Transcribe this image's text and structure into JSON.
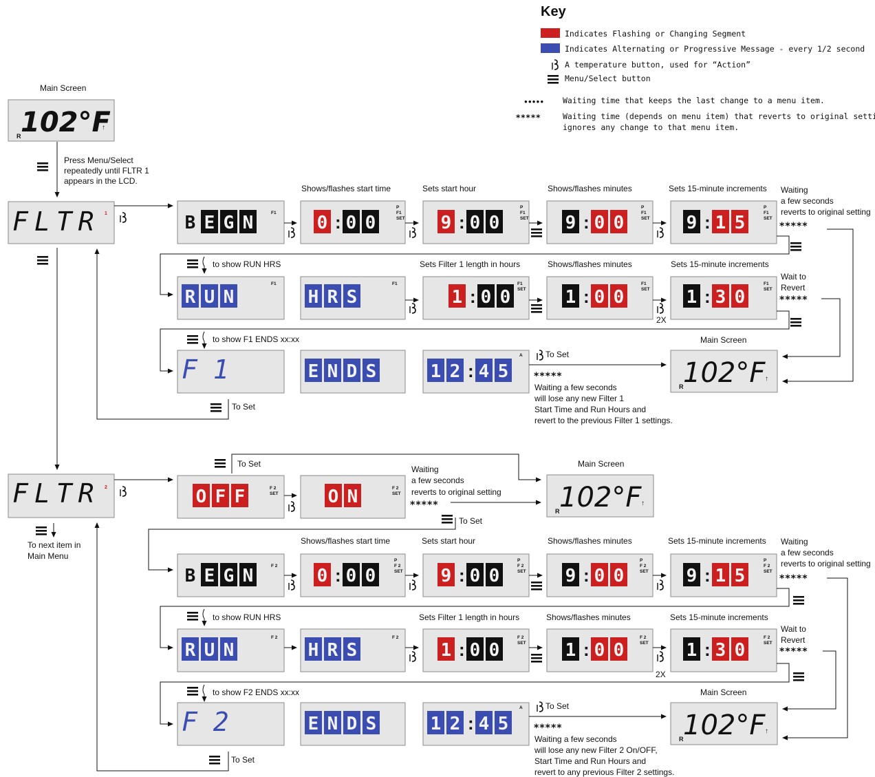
{
  "key": {
    "title": "Key",
    "flashing": "Indicates Flashing or Changing Segment",
    "alternating": "Indicates Alternating or Progressive Message - every 1/2 second",
    "temp_button": "A temperature button, used for “Action”",
    "menu_button": "Menu/Select button",
    "dots_symbol": "●●●●●",
    "dots_desc": "Waiting time that keeps the last change to a menu item.",
    "stars_symbol": "*****",
    "stars_desc_1": "Waiting time (depends on menu item) that reverts to original setting and",
    "stars_desc_2": "ignores any change to that menu item.",
    "colors": {
      "flash": "#cc1f1f",
      "alternate": "#3b4db0"
    }
  },
  "labels": {
    "main_screen": "Main Screen",
    "press_menu_1": "Press Menu/Select",
    "press_menu_2": "repeatedly until FLTR 1",
    "press_menu_3": "appears in the LCD.",
    "shows_start": "Shows/flashes start time",
    "sets_hour": "Sets start hour",
    "shows_min": "Shows/flashes minutes",
    "sets_15": "Sets 15-minute increments",
    "waiting": "Waiting",
    "few_seconds": "a few seconds",
    "reverts": "reverts to original setting",
    "to_show_run": "to show RUN HRS",
    "sets_length": "Sets Filter 1 length in hours",
    "sets_length_2": "Sets Filter 1 length in hours",
    "wait_to": "Wait to",
    "revert": "Revert",
    "two_x": "2X",
    "to_show_f1_ends": "to show F1 ENDS xx:xx",
    "to_show_f2_ends": "to show F2 ENDS xx:xx",
    "to_set": "To Set",
    "stars": "*****",
    "f1_lose_1": "Waiting a few seconds",
    "f1_lose_2": "will lose any new Filter 1",
    "f1_lose_3": "Start Time and Run Hours and",
    "f1_lose_4": "revert to the previous Filter 1 settings.",
    "f2_lose_1": "Waiting a few seconds",
    "f2_lose_2": "will lose any new Filter 2 On/OFF,",
    "f2_lose_3": "Start Time and Run Hours and",
    "f2_lose_4": "revert to any previous Filter 2 settings.",
    "next_item_1": "To next item in",
    "next_item_2": "Main Menu",
    "waiting_f2_1": "Waiting",
    "waiting_f2_2": "a few seconds",
    "waiting_f2_3": "reverts to original setting"
  },
  "screens": {
    "main_temp": "102°F",
    "main_r": "R",
    "fltr": "FLTR",
    "fltr1_idx": "1",
    "fltr2_idx": "2",
    "begn": "BEGN",
    "start_0": "0:00",
    "start_9": "9:00",
    "start_915": "9:15",
    "run": "RUN",
    "hrs": "HRS",
    "len_100": "1:00",
    "len_130": "1:30",
    "f1": "F  1",
    "f2": "F  2",
    "ends": "ENDS",
    "ends_time": "12:45",
    "off": "OFF",
    "on": "ON",
    "ind_f1": "F1",
    "ind_f2": "F 2",
    "ind_p": "P",
    "ind_set": "SET",
    "ind_a": "A"
  }
}
